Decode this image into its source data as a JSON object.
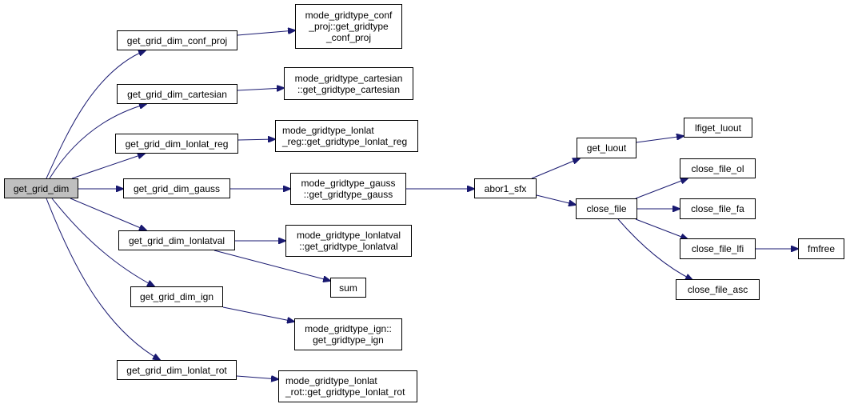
{
  "colors": {
    "edge": "#191970",
    "root_fill": "#bfbfbf",
    "node_fill": "#ffffff",
    "border": "#000000"
  },
  "nodes": [
    {
      "id": "get_grid_dim",
      "lines": [
        "get_grid_dim"
      ],
      "root": true
    },
    {
      "id": "get_grid_dim_conf_proj",
      "lines": [
        "get_grid_dim_conf_proj"
      ]
    },
    {
      "id": "get_grid_dim_cartesian",
      "lines": [
        "get_grid_dim_cartesian"
      ]
    },
    {
      "id": "get_grid_dim_lonlat_reg",
      "lines": [
        "get_grid_dim_lonlat_reg"
      ]
    },
    {
      "id": "get_grid_dim_gauss",
      "lines": [
        "get_grid_dim_gauss"
      ]
    },
    {
      "id": "get_grid_dim_lonlatval",
      "lines": [
        "get_grid_dim_lonlatval"
      ]
    },
    {
      "id": "get_grid_dim_ign",
      "lines": [
        "get_grid_dim_ign"
      ]
    },
    {
      "id": "get_grid_dim_lonlat_rot",
      "lines": [
        "get_grid_dim_lonlat_rot"
      ]
    },
    {
      "id": "mode_conf_proj",
      "lines": [
        "mode_gridtype_conf",
        "_proj::get_gridtype",
        "_conf_proj"
      ]
    },
    {
      "id": "mode_cartesian",
      "lines": [
        "mode_gridtype_cartesian",
        "::get_gridtype_cartesian"
      ]
    },
    {
      "id": "mode_lonlat_reg",
      "lines": [
        "mode_gridtype_lonlat",
        "_reg::get_gridtype_lonlat_reg"
      ]
    },
    {
      "id": "mode_gauss",
      "lines": [
        "mode_gridtype_gauss",
        "::get_gridtype_gauss"
      ]
    },
    {
      "id": "mode_lonlatval",
      "lines": [
        "mode_gridtype_lonlatval",
        "::get_gridtype_lonlatval"
      ]
    },
    {
      "id": "sum",
      "lines": [
        "sum"
      ]
    },
    {
      "id": "mode_ign",
      "lines": [
        "mode_gridtype_ign::",
        "get_gridtype_ign"
      ]
    },
    {
      "id": "mode_lonlat_rot",
      "lines": [
        "mode_gridtype_lonlat",
        "_rot::get_gridtype_lonlat_rot"
      ]
    },
    {
      "id": "abor1_sfx",
      "lines": [
        "abor1_sfx"
      ]
    },
    {
      "id": "get_luout",
      "lines": [
        "get_luout"
      ]
    },
    {
      "id": "lfiget_luout",
      "lines": [
        "lfiget_luout"
      ]
    },
    {
      "id": "close_file",
      "lines": [
        "close_file"
      ]
    },
    {
      "id": "close_file_ol",
      "lines": [
        "close_file_ol"
      ]
    },
    {
      "id": "close_file_fa",
      "lines": [
        "close_file_fa"
      ]
    },
    {
      "id": "close_file_lfi",
      "lines": [
        "close_file_lfi"
      ]
    },
    {
      "id": "fmfree",
      "lines": [
        "fmfree"
      ]
    },
    {
      "id": "close_file_asc",
      "lines": [
        "close_file_asc"
      ]
    }
  ],
  "edges": [
    [
      "get_grid_dim",
      "get_grid_dim_conf_proj"
    ],
    [
      "get_grid_dim",
      "get_grid_dim_cartesian"
    ],
    [
      "get_grid_dim",
      "get_grid_dim_lonlat_reg"
    ],
    [
      "get_grid_dim",
      "get_grid_dim_gauss"
    ],
    [
      "get_grid_dim",
      "get_grid_dim_lonlatval"
    ],
    [
      "get_grid_dim",
      "get_grid_dim_ign"
    ],
    [
      "get_grid_dim",
      "get_grid_dim_lonlat_rot"
    ],
    [
      "get_grid_dim_conf_proj",
      "mode_conf_proj"
    ],
    [
      "get_grid_dim_cartesian",
      "mode_cartesian"
    ],
    [
      "get_grid_dim_lonlat_reg",
      "mode_lonlat_reg"
    ],
    [
      "get_grid_dim_gauss",
      "mode_gauss"
    ],
    [
      "get_grid_dim_lonlatval",
      "mode_lonlatval"
    ],
    [
      "get_grid_dim_lonlatval",
      "sum"
    ],
    [
      "get_grid_dim_ign",
      "mode_ign"
    ],
    [
      "get_grid_dim_lonlat_rot",
      "mode_lonlat_rot"
    ],
    [
      "mode_gauss",
      "abor1_sfx"
    ],
    [
      "abor1_sfx",
      "get_luout"
    ],
    [
      "abor1_sfx",
      "close_file"
    ],
    [
      "get_luout",
      "lfiget_luout"
    ],
    [
      "close_file",
      "close_file_ol"
    ],
    [
      "close_file",
      "close_file_fa"
    ],
    [
      "close_file",
      "close_file_lfi"
    ],
    [
      "close_file",
      "close_file_asc"
    ],
    [
      "close_file_lfi",
      "fmfree"
    ]
  ]
}
